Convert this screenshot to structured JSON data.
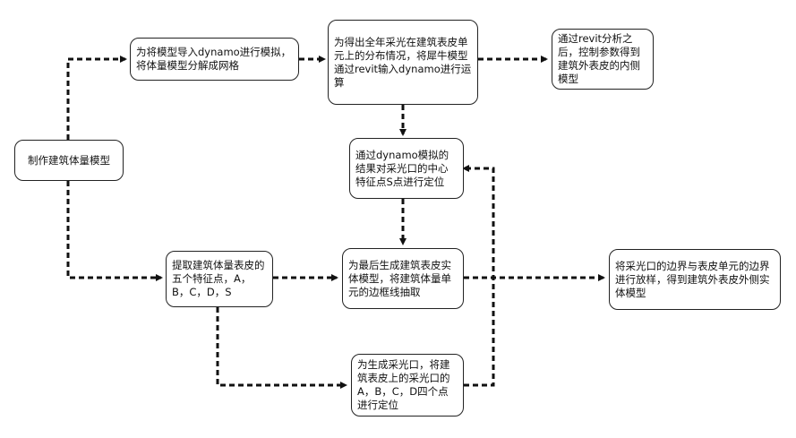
{
  "nodes": {
    "start": "制作建筑体量模型",
    "import": "为将模型导入dynamo进行模拟，将体量模型分解成网格",
    "light": "为得出全年采光在建筑表皮单元上的分布情况，将犀牛模型通过revit输入dynamo进行运算",
    "revit": "通过revit分析之后，控制参数得到建筑外表皮的内侧模型",
    "locate_s": "通过dynamo模拟的结果对采光口的中心特征点S点进行定位",
    "extract": "提取建筑体量表皮的五个特征点，A，B，C，D，S",
    "final": "为最后生成建筑表皮实体模型，将建筑体量单元的边框线抽取",
    "outer": "将采光口的边界与表皮单元的边界进行放样，得到建筑外表皮外侧实体模型",
    "generate": "为生成采光口，将建筑表皮上的采光口的A，B，C，D四个点进行定位"
  }
}
